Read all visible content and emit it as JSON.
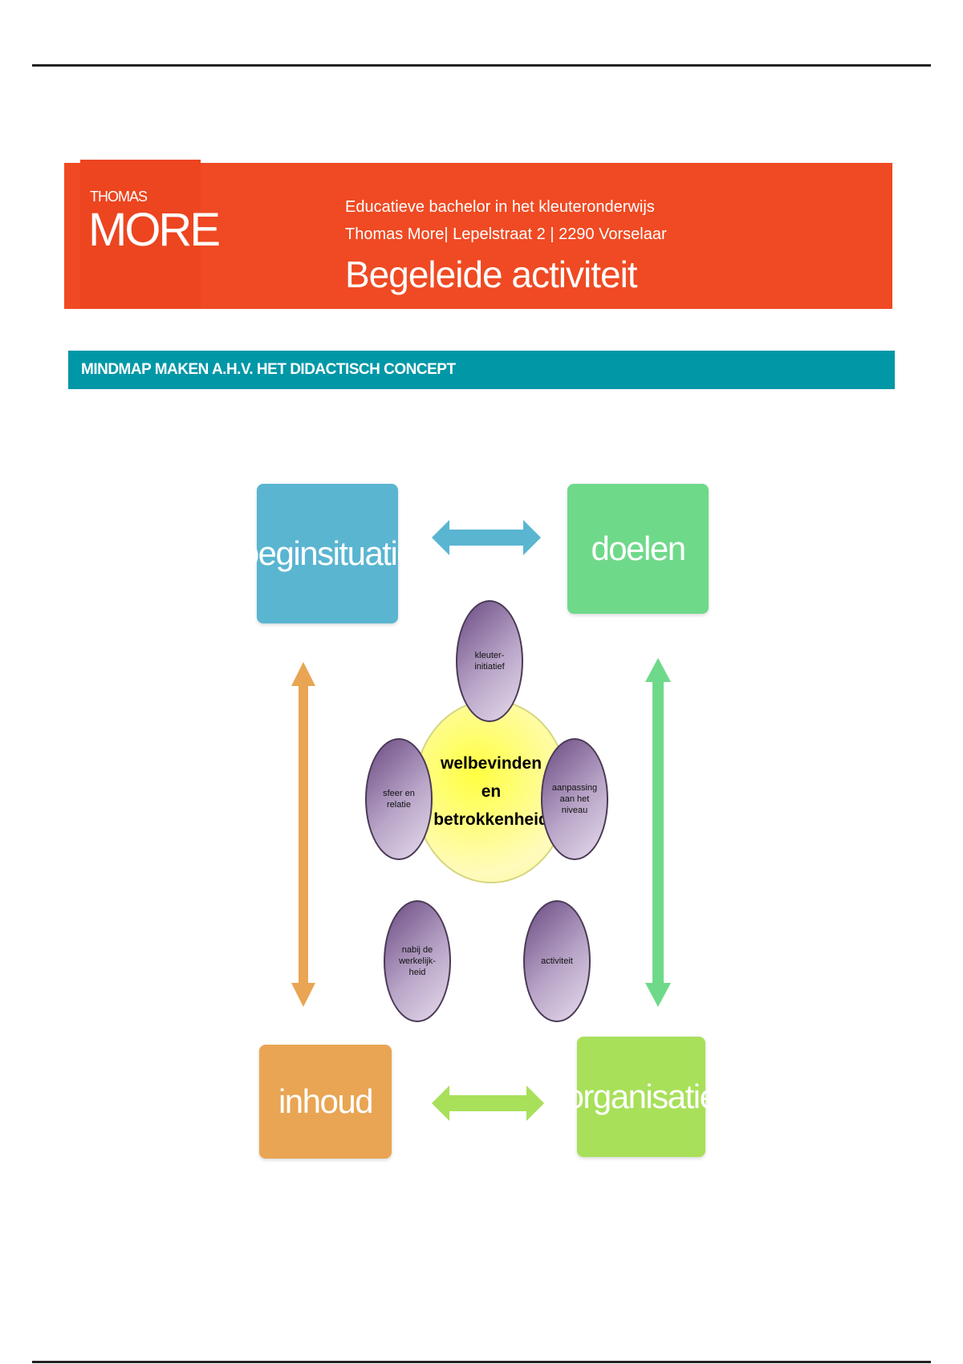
{
  "header": {
    "logo_top": "THOMAS",
    "logo_main": "MORE",
    "line1": "Educatieve bachelor in het kleuteronderwijs",
    "line2": "Thomas More| Lepelstraat 2 | 2290 Vorselaar",
    "title": "Begeleide activiteit"
  },
  "section_title": "MINDMAP MAKEN A.H.V. HET DIDACTISCH CONCEPT",
  "mindmap": {
    "boxes": {
      "beginsituatie": "beginsituatie",
      "doelen": "doelen",
      "inhoud": "inhoud",
      "organisatie": "organisatie"
    },
    "center": [
      "welbevinden",
      "en",
      "betrokkenheid"
    ],
    "satellites": {
      "top": [
        "kleuter-",
        "initiatief"
      ],
      "left": [
        "sfeer en",
        "relatie"
      ],
      "right": [
        "aanpassing",
        "aan het",
        "niveau"
      ],
      "bottom_left": [
        "nabij de",
        "werkelijk-",
        "heid"
      ],
      "bottom_right": [
        "activiteit"
      ]
    },
    "colors": {
      "beginsituatie": "#5ab5d1",
      "doelen": "#6fd98a",
      "inhoud": "#e9a553",
      "organisatie": "#a8e05a"
    }
  }
}
